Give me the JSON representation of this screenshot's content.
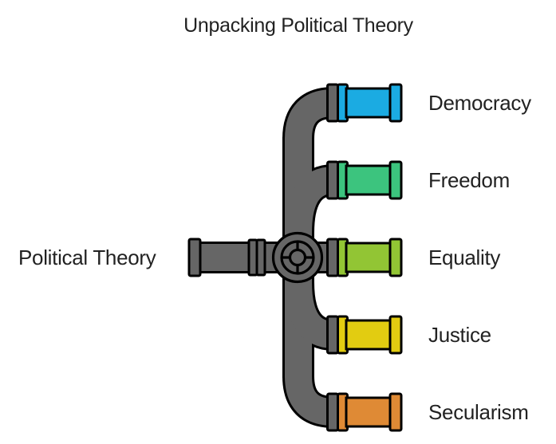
{
  "title": "Unpacking Political Theory",
  "root": {
    "label": "Political Theory"
  },
  "branches": [
    {
      "label": "Democracy",
      "color": "#1BABE2"
    },
    {
      "label": "Freedom",
      "color": "#3CC47E"
    },
    {
      "label": "Equality",
      "color": "#92C534"
    },
    {
      "label": "Justice",
      "color": "#E2CC11"
    },
    {
      "label": "Secularism",
      "color": "#DF8A35"
    }
  ],
  "icons": {
    "valve": "valve-wheel"
  },
  "colors": {
    "pipe_gray": "#666666",
    "outline": "#000000",
    "text": "#222222",
    "background": "#ffffff"
  }
}
